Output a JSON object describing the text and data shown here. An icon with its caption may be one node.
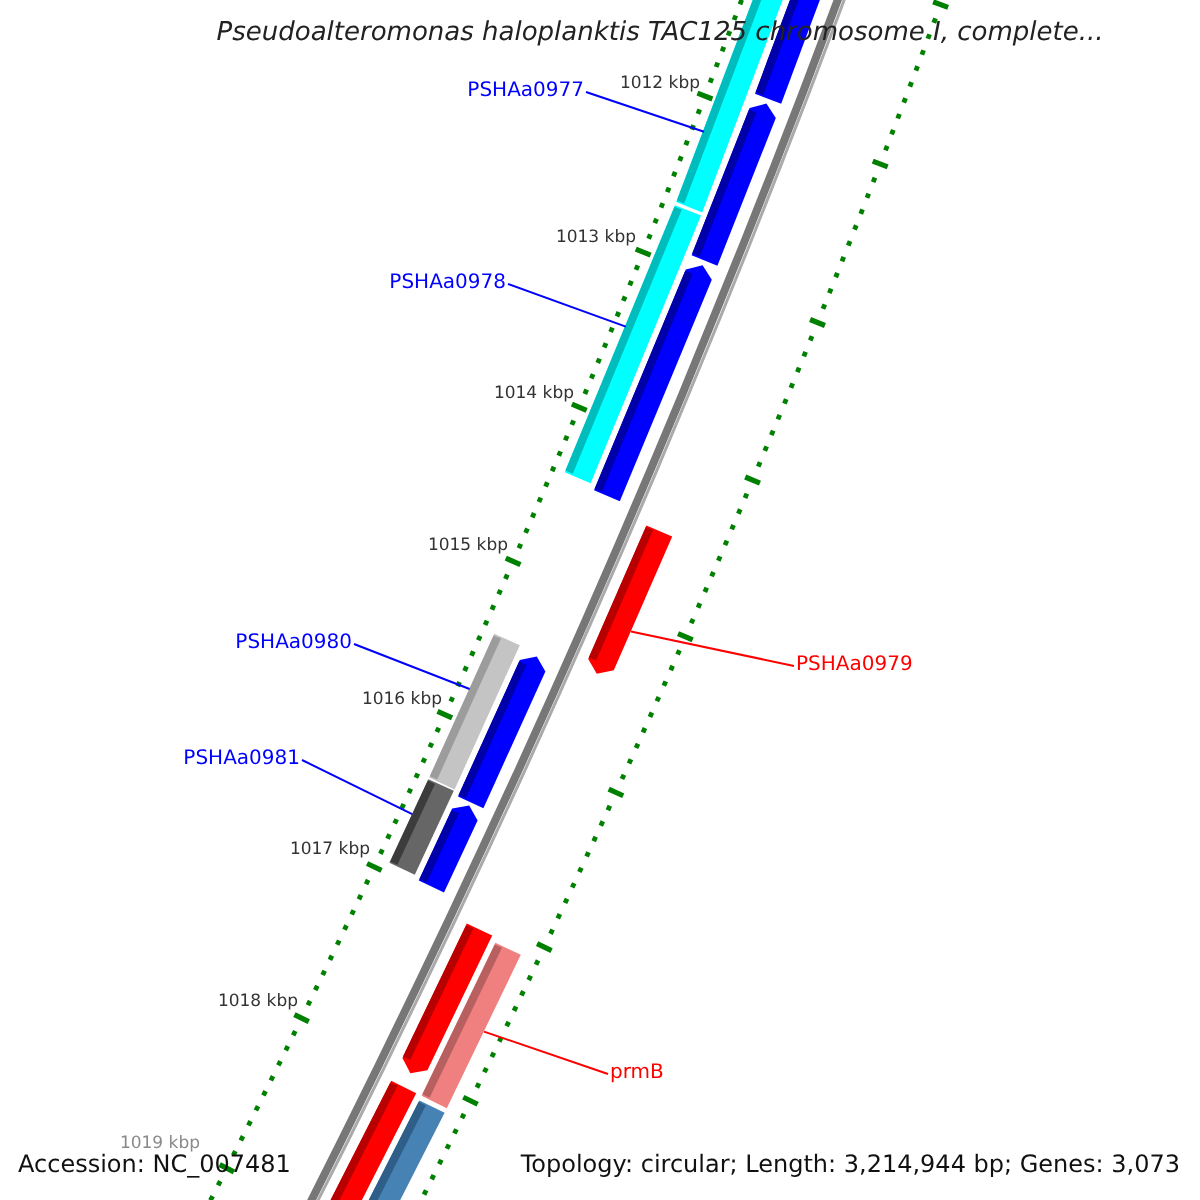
{
  "diagram": {
    "title": "Pseudoalteromonas haloplanktis TAC125 chromosome I, complete...",
    "nodes": [
      {
        "text": [
          "PSHAa0977"
        ]
      },
      {
        "text": [],
        "shape": "bar"
      },
      {
        "text": [
          "PSHAa0978"
        ]
      },
      {
        "text": [],
        "shape": "bar"
      },
      {
        "text": [
          "PSHAa0979"
        ]
      },
      {
        "text": [],
        "shape": "bar"
      },
      {
        "text": [
          "PSHAa0980"
        ]
      },
      {
        "text": [],
        "shape": "bar"
      },
      {
        "text": [
          "PSHAa0981"
        ]
      },
      {
        "text": [],
        "shape": "bar"
      },
      {
        "text": [
          "prmB"
        ]
      },
      {
        "text": [],
        "shape": "bar"
      }
    ],
    "edges": [
      {
        "from": 0,
        "to": 1,
        "arrow": "none"
      },
      {
        "from": 2,
        "to": 3,
        "arrow": "none"
      },
      {
        "from": 4,
        "to": 5,
        "arrow": "none",
        "color": "#ff0000"
      },
      {
        "from": 6,
        "to": 7,
        "arrow": "none"
      },
      {
        "from": 8,
        "to": 9,
        "arrow": "none"
      },
      {
        "from": 10,
        "to": 11,
        "arrow": "none",
        "color": "#ff0000"
      }
    ],
    "labels": [
      "1012 kbp",
      "1013 kbp",
      "1014 kbp",
      "1015 kbp",
      "1016 kbp",
      "1017 kbp",
      "1018 kbp",
      "1019 kbp",
      "Accession: NC_007481",
      "Topology: circular; Length: 3,214,944 bp; Genes: 3,073"
    ]
  }
}
